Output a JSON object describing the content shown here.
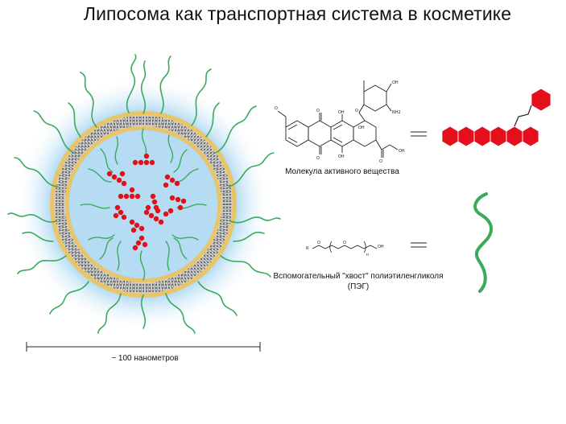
{
  "title": "Липосома как транспортная система в косметике",
  "active_caption": "Молекула активного вещества",
  "peg_caption_line1": "Вспомогательный \"хвост\" полиэтиленгликоля",
  "peg_caption_line2": "(ПЭГ)",
  "scale_label": "~ 100 нанометров",
  "molecule_labels": {
    "oh_top": "OH",
    "oh_mid": "OH",
    "oh_bottom": "OH",
    "oh_tail": "OH",
    "oh_ring": "OH",
    "nh2": "NH2",
    "r": "R",
    "n": "n",
    "peg_oh": "OH"
  },
  "colors": {
    "halo": "#bfe0f5",
    "membrane_gold": "#e9c56a",
    "peg_green": "#3aaa5c",
    "drug_red": "#e3101c"
  }
}
